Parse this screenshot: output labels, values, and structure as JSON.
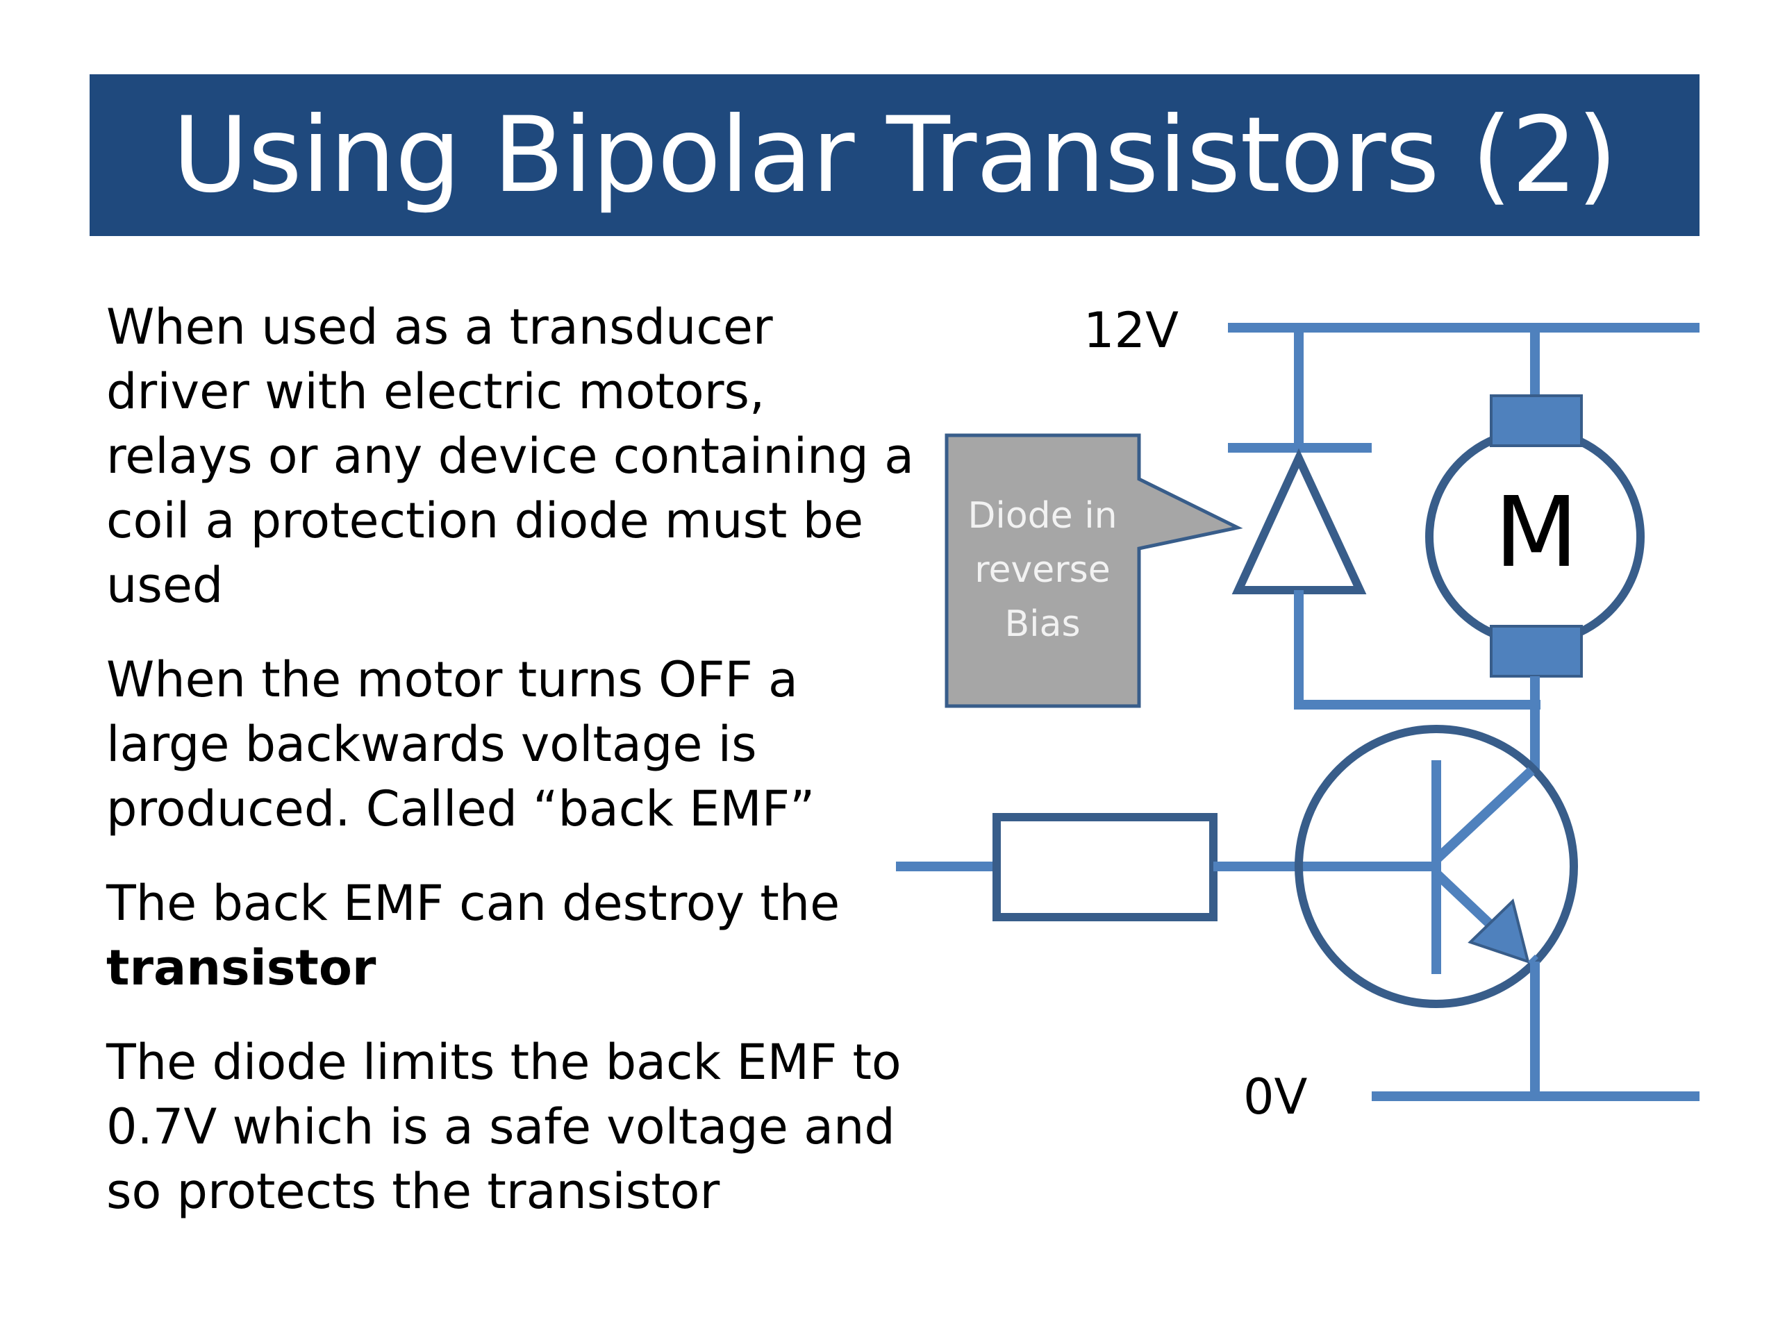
{
  "slide": {
    "title": "Using Bipolar Transistors (2)",
    "colors": {
      "title_bar": "#1f497d",
      "circuit": "#4f81bd",
      "circuit_dark": "#385d8a",
      "callout_fill": "#a6a6a6",
      "callout_text": "#f2f2f2"
    }
  },
  "body": {
    "paragraphs": [
      "When used as a transducer\ndriver with electric motors,\nrelays or any device containing a\ncoil a protection diode must be\nused",
      "When the motor turns OFF a\nlarge backwards voltage is\nproduced. Called “back EMF”"
    ],
    "para3_text": "The back EMF can destroy the",
    "para3_bold": "transistor",
    "para4": "The diode limits the back EMF to\n0.7V which is a safe voltage and\nso protects the transistor"
  },
  "diagram": {
    "supply_label": "12V",
    "ground_label": "0V",
    "motor_label": "M",
    "callout_lines": [
      "Diode in",
      "reverse",
      "Bias"
    ],
    "icons": [
      "diode-icon",
      "motor-icon",
      "resistor-icon",
      "npn-transistor-icon"
    ]
  }
}
